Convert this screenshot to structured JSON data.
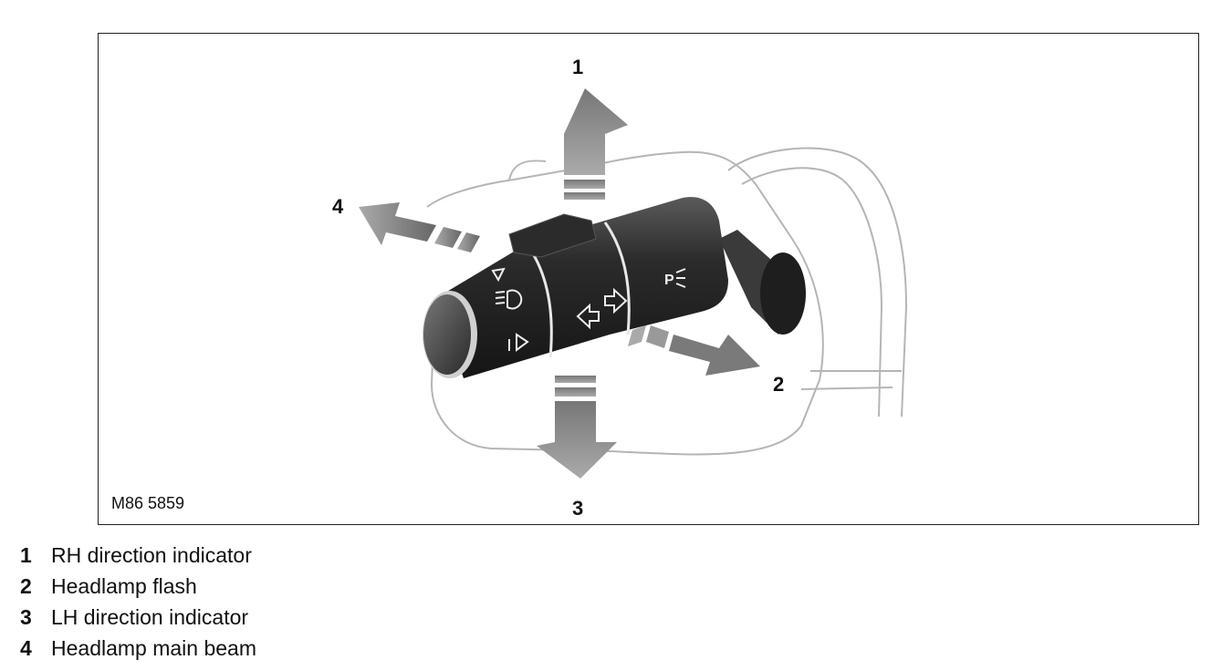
{
  "figure": {
    "reference": "M86 5859",
    "callouts": {
      "c1": "1",
      "c2": "2",
      "c3": "3",
      "c4": "4"
    },
    "control_symbols": {
      "headlamp": "headlamp-icon",
      "indicator_arrows": "indicator-arrows-icon",
      "parking": "parking-lamp-icon",
      "info": "info-icon"
    }
  },
  "legend": {
    "items": [
      {
        "num": "1",
        "label": "RH direction indicator"
      },
      {
        "num": "2",
        "label": "Headlamp flash"
      },
      {
        "num": "3",
        "label": "LH direction indicator"
      },
      {
        "num": "4",
        "label": "Headlamp main beam"
      }
    ]
  },
  "colors": {
    "stalk": "#2a2a2a",
    "arrow": "#8a8a8a",
    "outline": "#b5b5b5"
  }
}
